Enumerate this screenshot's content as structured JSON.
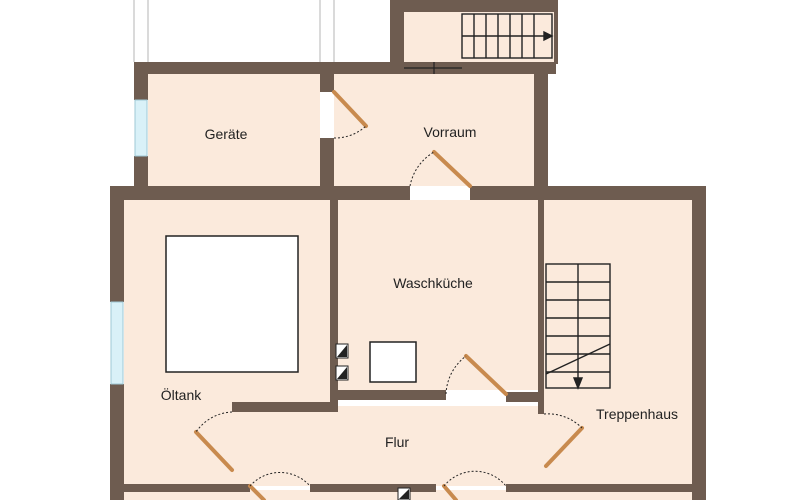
{
  "colors": {
    "wall": "#6e5c50",
    "floor": "#fbeadc",
    "door": "#c88a4e",
    "window": "#d9f1f8",
    "stroke": "#222222"
  },
  "rooms": {
    "geraete": "Geräte",
    "vorraum": "Vorraum",
    "waschkueche": "Waschküche",
    "oeltank": "Öltank",
    "treppenhaus": "Treppenhaus",
    "flur": "Flur"
  }
}
